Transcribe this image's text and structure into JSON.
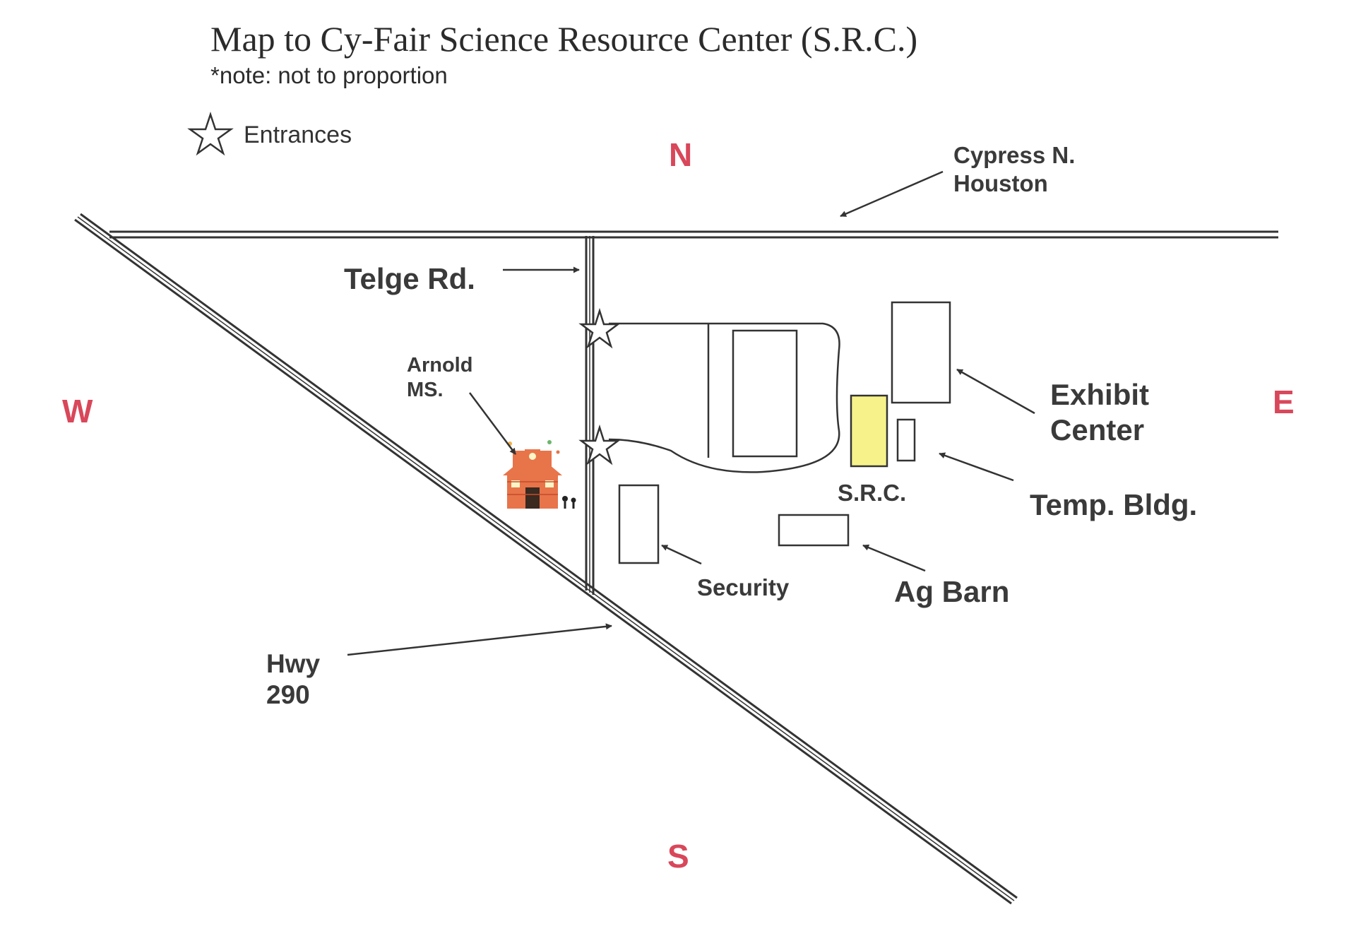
{
  "header": {
    "title": "Map to Cy-Fair Science Resource Center (S.R.C.)",
    "note": "*note: not to proportion"
  },
  "legend": {
    "icon": "star-icon",
    "label": "Entrances"
  },
  "compass": {
    "north": "N",
    "south": "S",
    "east": "E",
    "west": "W",
    "color": "#d9475a"
  },
  "roads": {
    "cypress_line1": "Cypress N.",
    "cypress_line2": "Houston",
    "telge": "Telge Rd.",
    "hwy_line1": "Hwy",
    "hwy_line2": "290"
  },
  "places": {
    "arnold_line1": "Arnold",
    "arnold_line2": "MS.",
    "exhibit_line1": "Exhibit",
    "exhibit_line2": "Center",
    "temp": "Temp. Bldg.",
    "src": "S.R.C.",
    "ag_barn": "Ag Barn",
    "security": "Security"
  },
  "colors": {
    "src_fill": "#f7f28a",
    "school": "#e8744a",
    "line": "#333333"
  }
}
